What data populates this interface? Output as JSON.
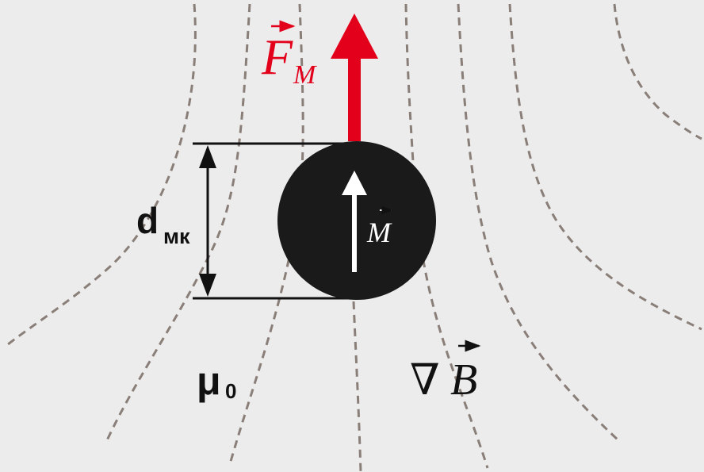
{
  "colors": {
    "background": "#ececec",
    "field_lines": "#8a7f78",
    "force_arrow": "#e3001b",
    "particle": "#1a1a1a",
    "dimension": "#111111",
    "moment_arrow": "#ffffff"
  },
  "labels": {
    "force_symbol": "F",
    "force_subscript": "M",
    "moment_symbol": "M",
    "diameter_symbol": "d",
    "diameter_subscript": "мк",
    "permeability_symbol": "μ",
    "permeability_subscript": "0",
    "gradient_operator": "∇",
    "gradient_symbol": "B"
  }
}
